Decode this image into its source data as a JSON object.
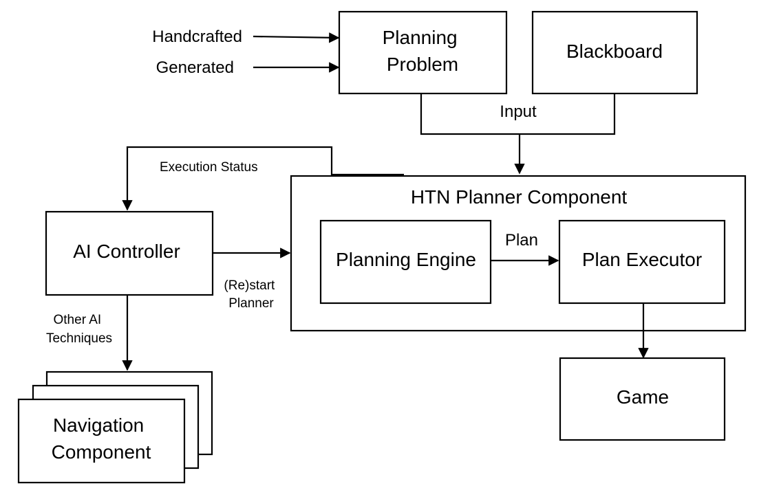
{
  "inputs": {
    "handcrafted": "Handcrafted",
    "generated": "Generated"
  },
  "boxes": {
    "planning_problem": [
      "Planning",
      "Problem"
    ],
    "blackboard": "Blackboard",
    "htn_planner": "HTN Planner Component",
    "planning_engine": "Planning Engine",
    "plan_executor": "Plan Executor",
    "ai_controller": "AI Controller",
    "game": "Game",
    "navigation": [
      "Navigation",
      "Component"
    ]
  },
  "edges": {
    "input": "Input",
    "execution_status": "Execution Status",
    "plan": "Plan",
    "restart_planner": [
      "(Re)start",
      "Planner"
    ],
    "other_ai": [
      "Other AI",
      "Techniques"
    ]
  }
}
